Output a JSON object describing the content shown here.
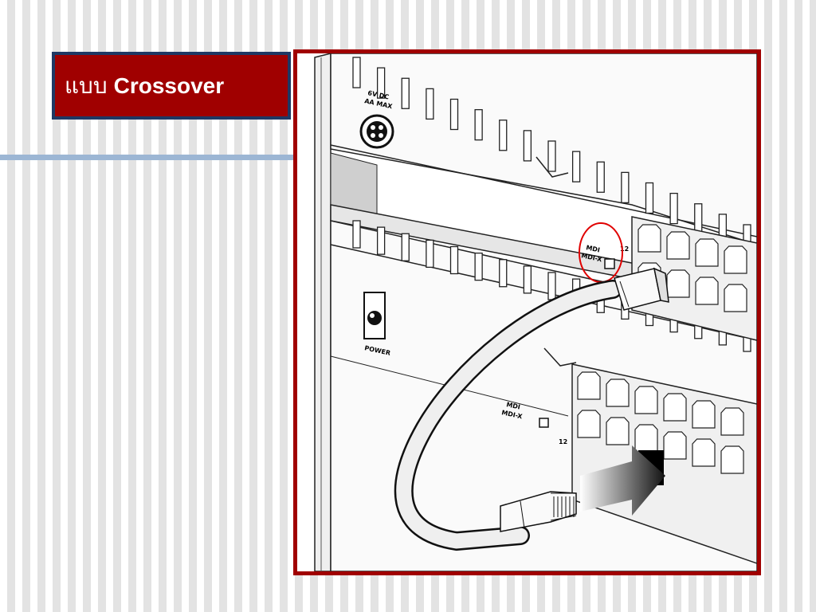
{
  "title": {
    "prefix": "แบบ",
    "main": "Crossover"
  },
  "figure": {
    "labels": {
      "dc_top": "6V DC",
      "dc_bottom": "AA MAX",
      "power": "POWER",
      "mdi_upper": "MDI",
      "mdix_upper": "MDI-X",
      "mdi_lower": "MDI",
      "mdix_lower": "MDI-X",
      "port_upper": "12",
      "port_lower": "12"
    }
  },
  "colors": {
    "accent": "#a00000",
    "navy": "#1f3864",
    "rule": "#9cb6d4",
    "highlight": "#e00000"
  }
}
